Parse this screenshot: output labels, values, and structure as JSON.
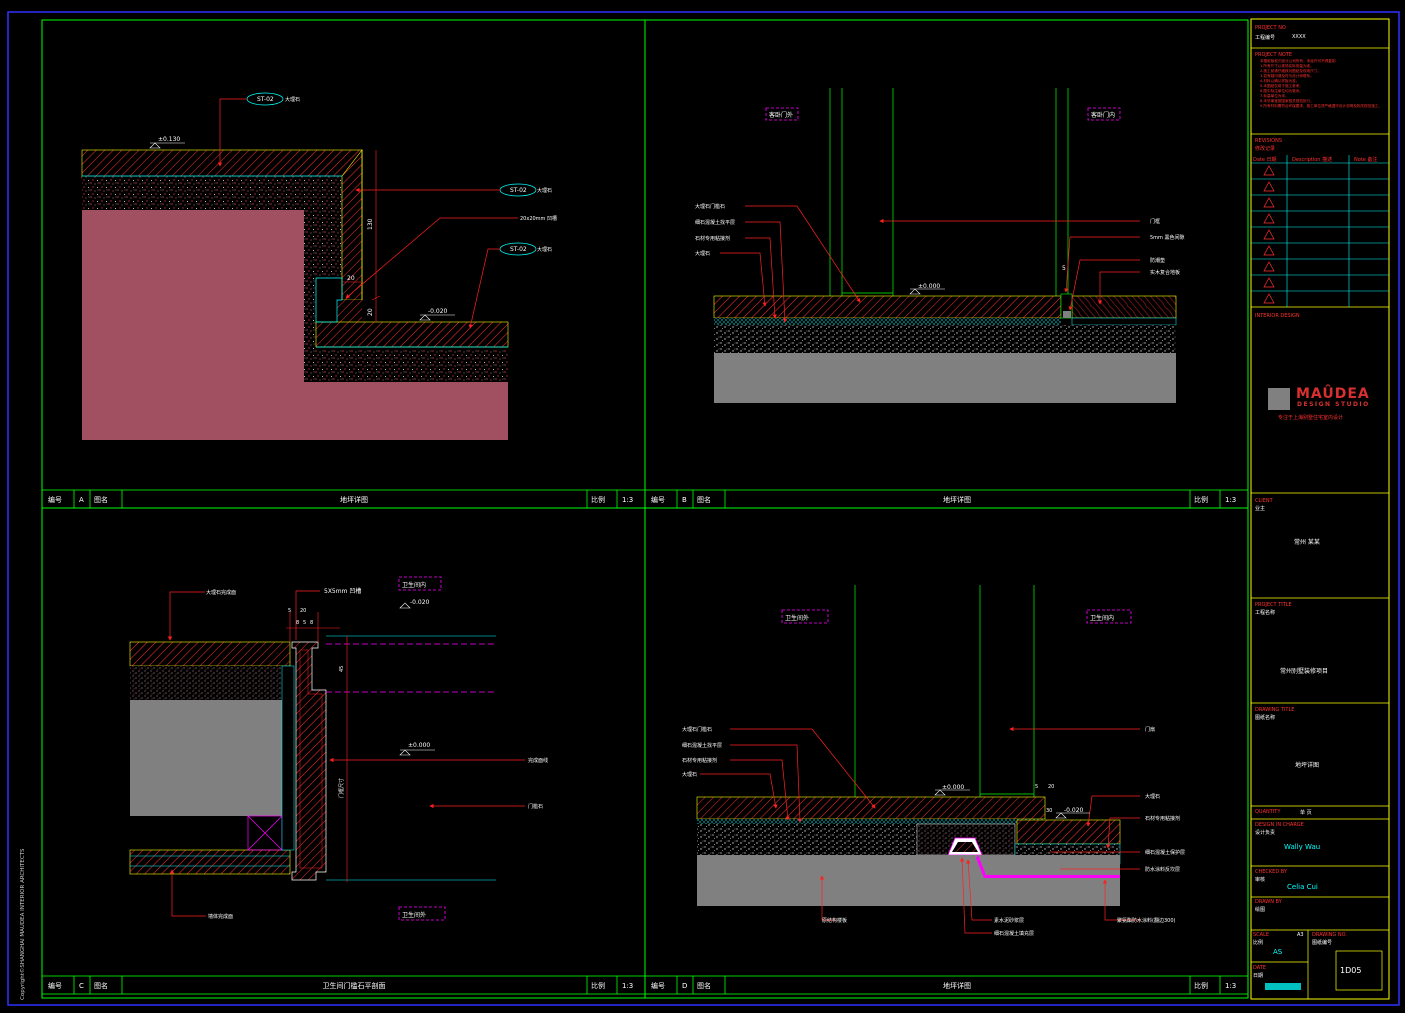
{
  "panels": [
    {
      "id": "A",
      "label": "编号",
      "name_label": "图名",
      "title": "地坪详图",
      "scale_label": "比例",
      "scale": "1:3"
    },
    {
      "id": "B",
      "label": "编号",
      "name_label": "图名",
      "title": "地坪详图",
      "scale_label": "比例",
      "scale": "1:3"
    },
    {
      "id": "C",
      "label": "编号",
      "name_label": "图名",
      "title": "卫生间门槛石平剖面",
      "scale_label": "比例",
      "scale": "1:3"
    },
    {
      "id": "D",
      "label": "编号",
      "name_label": "图名",
      "title": "地坪详图",
      "scale_label": "比例",
      "scale": "1:3"
    }
  ],
  "panel_a": {
    "tag1": "ST-02",
    "tag1_text": "大理石",
    "tag2": "ST-02",
    "tag2_text": "大理石",
    "tag3": "ST-02",
    "tag3_text": "大理石",
    "groove": "20x20mm 凹槽",
    "level_top": "±0.130",
    "level_low": "-0.020",
    "dim_130": "130",
    "dim_20a": "20",
    "dim_20b": "20"
  },
  "panel_b": {
    "room_left": "客卧门外",
    "room_right": "客卧门内",
    "notes_left": [
      "大理石门槛石",
      "细石混凝土找平层",
      "石材专用粘接剂",
      "大理石"
    ],
    "notes_right": [
      "门框",
      "5mm 黑色间隙",
      "防潮垫",
      "实木复合地板"
    ],
    "level": "±0.000",
    "dim_5": "5"
  },
  "panel_c": {
    "top_note": "大理石完成面",
    "joint": "5X5mm 凹槽",
    "room_in": "卫生间内",
    "room_out": "卫生间外",
    "level_a": "-0.020",
    "level_b": "±0.000",
    "dims": [
      "5",
      "20",
      "8",
      "5",
      "8"
    ],
    "dim_side": "门框尺寸",
    "dim_45": "45",
    "note_right1": "完成面线",
    "note_right2": "门槛石",
    "note_bottom": "墙体完成面"
  },
  "panel_d": {
    "room_out": "卫生间外",
    "room_in": "卫生间内",
    "notes_left": [
      "大理石门槛石",
      "细石混凝土找平层",
      "石材专用粘接剂",
      "大理石"
    ],
    "note_door": "门扇",
    "notes_right": [
      "大理石",
      "石材专用粘接剂",
      "细石混凝土保护层",
      "防水涂料反坎层"
    ],
    "notes_bottom": [
      "原结构楼板",
      "素水泥砂浆层",
      "细石混凝土填充层",
      "聚氨酯防水涂料(翻边300)"
    ],
    "level_a": "±0.000",
    "level_b": "-0.020",
    "dims": [
      "5",
      "20",
      "30"
    ]
  },
  "title_block": {
    "project_no_label": "PROJECT NO",
    "project_no": "工程编号",
    "project_no_val": "XXXX",
    "note_label": "PROJECT NOTE",
    "notes": [
      "本图纸版权归设计公司所有，未经许可不得复制",
      "1.所有尺寸以现场实际测量为准。",
      "2.施工前请仔细核对图纸及现场尺寸。",
      "3.如有疑问请及时与设计师联系。",
      "4.材料以确认样板为准。",
      "5.本图纸仅用于施工参考。",
      "6.图中标注单位均为毫米。",
      "7.标高单位为米。",
      "8.未尽事宜按国家相关规范执行。",
      "9.所有材料需符合环保要求，施工单位须严格遵守设计说明及相关规范施工。"
    ],
    "revision_label": "REVISIONS",
    "revision_cn": "修改记录",
    "rev_cols": [
      "Date 日期",
      "Description 描述",
      "Note 备注"
    ],
    "rev_rows": 9,
    "interior_label": "INTERIOR DESIGN",
    "logo_name": "MAÛDEA",
    "logo_sub": "DESIGN STUDIO",
    "logo_cn": "专注于上海别墅住宅室内设计",
    "client_label": "CLIENT",
    "client_cn": "业主",
    "client": "常州 某某",
    "project_title_label": "PROJECT TITLE",
    "project_title_cn": "工程名称",
    "project_title": "常州别墅装修项目",
    "drawing_title_label": "DRAWING TITLE",
    "drawing_title_cn": "图纸名称",
    "drawing_title": "地坪详图",
    "quantity_label": "QUANTITY",
    "quantity": "单 页",
    "designer_label": "DESIGN IN CHARGE",
    "designer_cn": "设计负责",
    "designer": "Wally Wau",
    "checked_label": "CHECKED BY",
    "checked_cn": "审核",
    "checked": "Celia Cui",
    "drawn_label": "DRAWN BY",
    "drawn_cn": "绘图",
    "scale_label": "SCALE",
    "scale_cn": "比例",
    "scale_val": "A3",
    "scale": "AS",
    "drawing_no_label": "DRAWING NO.",
    "drawing_no_cn": "图纸编号",
    "drawing_no": "1D05",
    "date_label": "DATE",
    "date_cn": "日期"
  },
  "copyright": "Copyright©SHANGHAI MAUDEA INTERIOR ARCHITECTS",
  "colors": {
    "frame": "#00ff00",
    "red": "#ff2020",
    "cyan": "#00ffff",
    "magenta": "#ff00ff",
    "maroon": "#a05060",
    "gray": "#808080",
    "tb": "#ffff00"
  }
}
